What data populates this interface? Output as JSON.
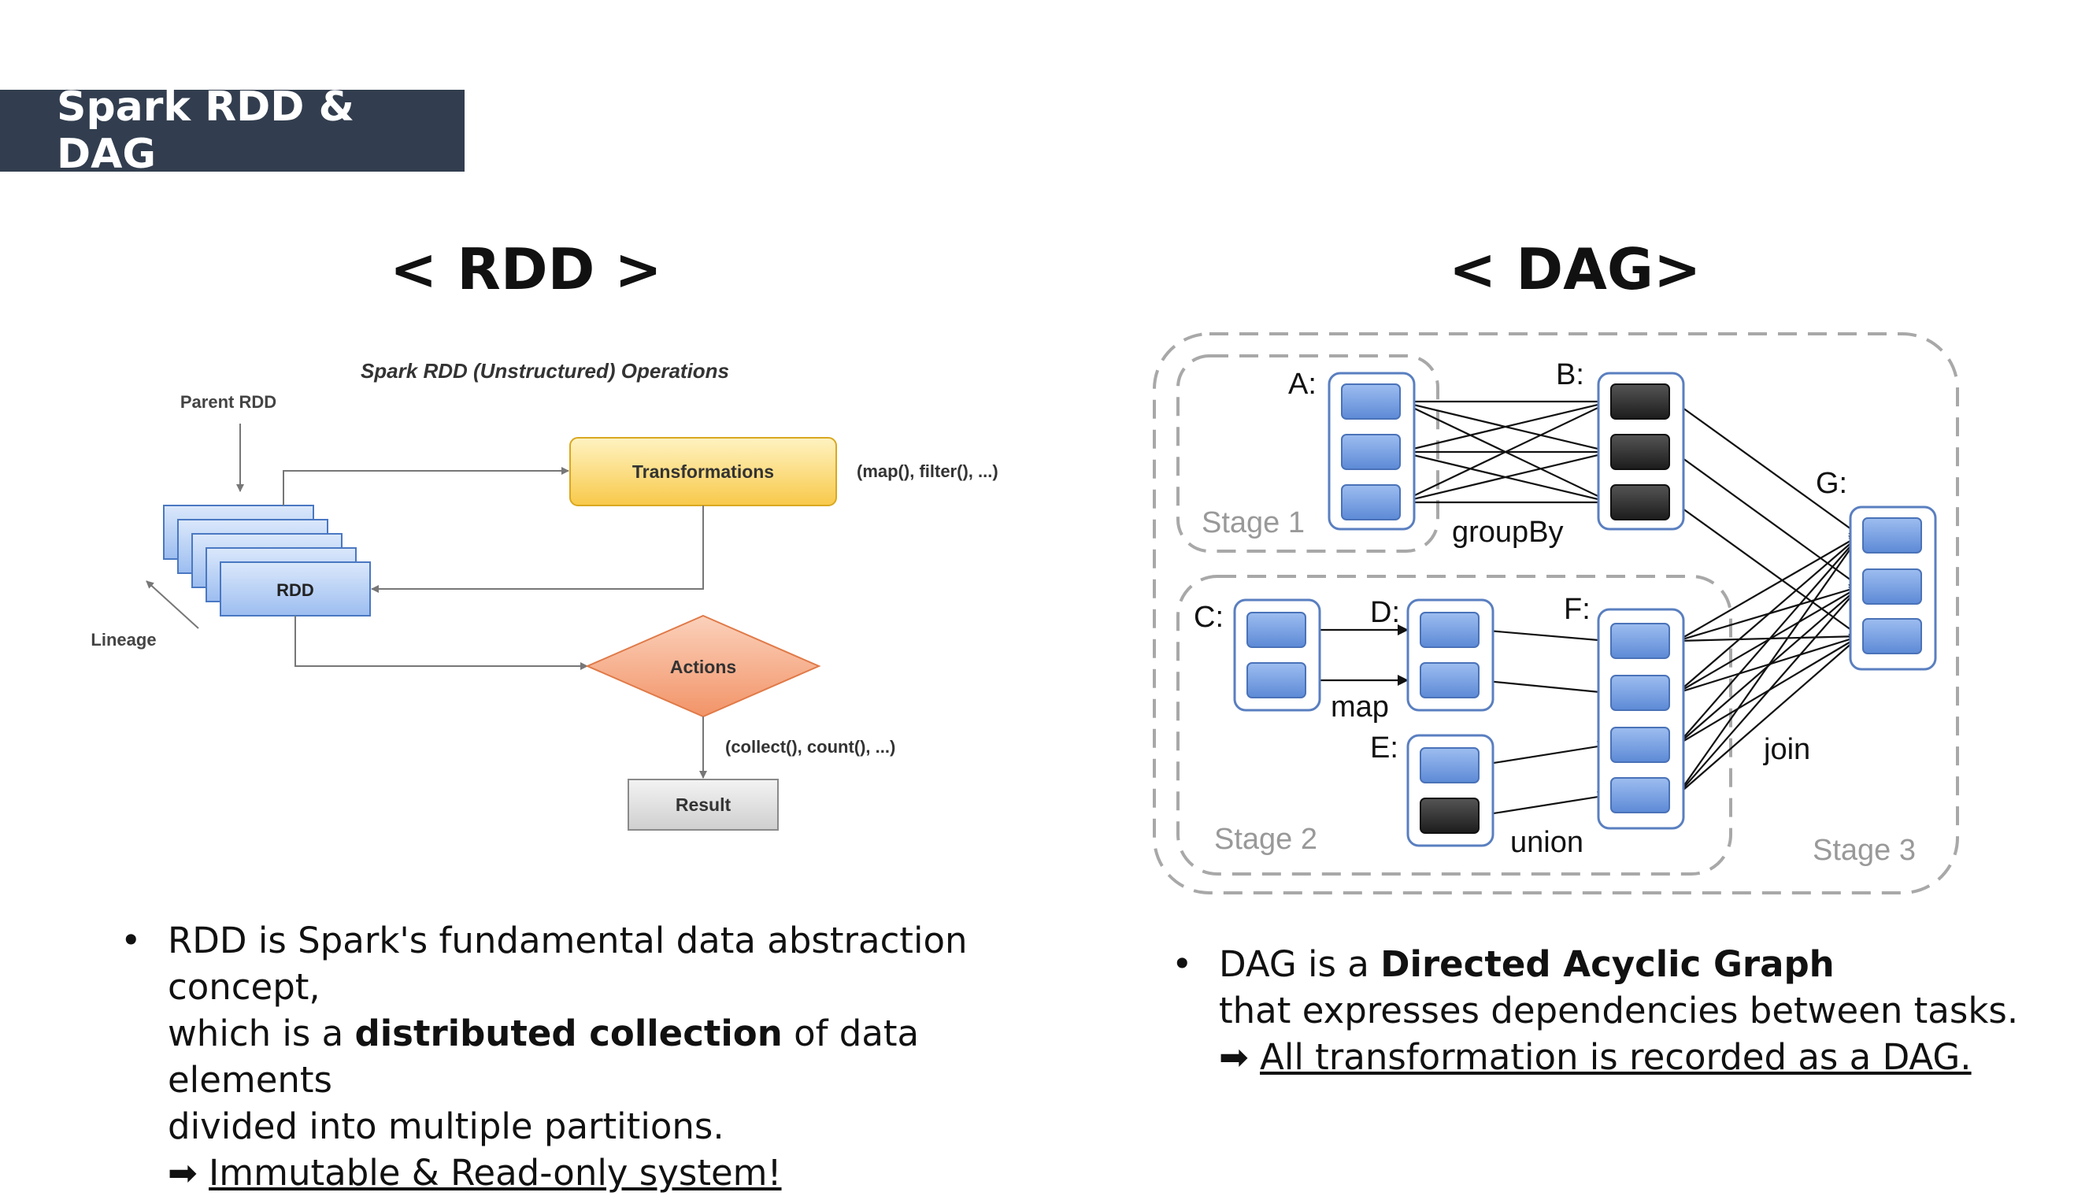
{
  "slide": {
    "title": "Spark RDD & DAG"
  },
  "rdd": {
    "heading": "< RDD >",
    "diagram": {
      "title": "Spark RDD (Unstructured) Operations",
      "parent_label": "Parent RDD",
      "rdd_label": "RDD",
      "lineage_label": "Lineage",
      "transformations_label": "Transformations",
      "transformations_examples": "(map(), filter(), ...)",
      "actions_label": "Actions",
      "actions_examples": "(collect(), count(), ...)",
      "result_label": "Result"
    },
    "description": {
      "line1": "RDD is Spark's fundamental data abstraction concept,",
      "line2_pre": "which is a ",
      "line2_bold": "distributed collection",
      "line2_post": " of data  elements",
      "line3": "divided into multiple partitions.",
      "arrow": "➡",
      "line4": "Immutable & Read-only system!"
    }
  },
  "dag": {
    "heading": "< DAG>",
    "diagram": {
      "node_a": "A:",
      "node_b": "B:",
      "node_c": "C:",
      "node_d": "D:",
      "node_e": "E:",
      "node_f": "F:",
      "node_g": "G:",
      "op_groupby": "groupBy",
      "op_map": "map",
      "op_union": "union",
      "op_join": "join",
      "stage1": "Stage 1",
      "stage2": "Stage 2",
      "stage3": "Stage 3"
    },
    "description": {
      "line1_pre": "DAG is a ",
      "line1_bold": "Directed Acyclic Graph",
      "line2": "that expresses dependencies between tasks.",
      "arrow": "➡",
      "line3": "All transformation is recorded as a DAG."
    }
  },
  "colors": {
    "title_bar": "#323e4f",
    "partition_blue": "#6f9be0",
    "partition_dark": "#2a2a2a",
    "transformations_fill": "#fcd65a",
    "actions_fill": "#f4a07a",
    "result_fill": "#e4e4e4",
    "rdd_fill": "#a9c6f2"
  }
}
